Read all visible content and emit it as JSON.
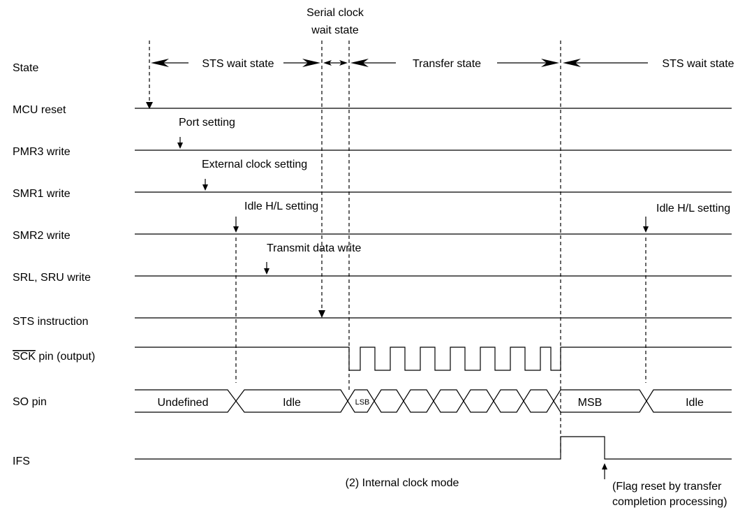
{
  "top_label": {
    "line1": "Serial clock",
    "line2": "wait state"
  },
  "state_labels": {
    "sts_wait_1": "STS wait state",
    "transfer": "Transfer state",
    "sts_wait_2": "STS wait state"
  },
  "rows": [
    {
      "id": "state",
      "label": "State"
    },
    {
      "id": "mcu_reset",
      "label": "MCU reset"
    },
    {
      "id": "pmr3_write",
      "label": "PMR3 write"
    },
    {
      "id": "smr1_write",
      "label": "SMR1 write"
    },
    {
      "id": "smr2_write",
      "label": "SMR2 write"
    },
    {
      "id": "srl_sru_write",
      "label": "SRL, SRU write"
    },
    {
      "id": "sts_instruction",
      "label": "STS instruction"
    },
    {
      "id": "sck_pin",
      "label": "SCK pin (output)",
      "overline_part": "SCK",
      "rest": " pin (output)"
    },
    {
      "id": "so_pin",
      "label": "SO pin"
    },
    {
      "id": "ifs",
      "label": "IFS"
    }
  ],
  "annotations": {
    "port_setting": "Port setting",
    "external_clock_setting": "External clock setting",
    "idle_hl_setting_1": "Idle H/L setting",
    "idle_hl_setting_2": "Idle H/L setting",
    "transmit_data_write": "Transmit data write"
  },
  "so_pin_values": {
    "undefined": "Undefined",
    "idle_1": "Idle",
    "lsb": "LSB",
    "msb": "MSB",
    "idle_2": "Idle"
  },
  "caption": "(2) Internal clock mode",
  "footnote": {
    "line1": "(Flag reset by transfer",
    "line2": "completion processing)"
  }
}
